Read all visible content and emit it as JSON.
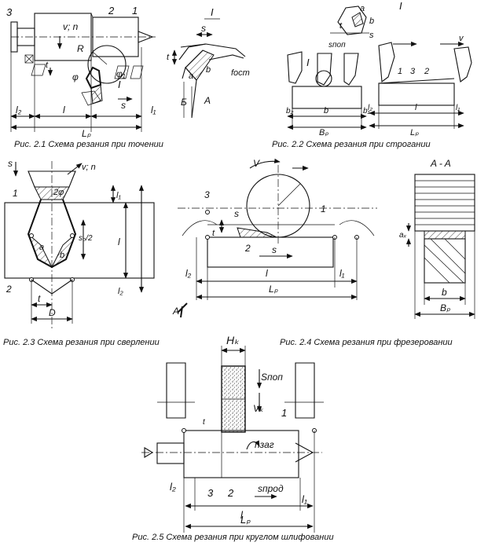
{
  "captions": {
    "fig1": "Рис. 2.1 Схема резания при точении",
    "fig2": "Рис. 2.2 Схема резания при строгании",
    "fig3": "Рис. 2.3 Схема резания при сверлении",
    "fig4": "Рис. 2.4 Схема резания при фрезеровании",
    "fig5": "Рис. 2.5 Схема резания при круглом шлифовании"
  },
  "fig1": {
    "n3": "3",
    "n2": "2",
    "n1": "1",
    "vn": "v; n",
    "R": "R",
    "t": "t",
    "phi": "φ",
    "phi1": "φ₁",
    "roman": "I",
    "s": "s",
    "l2": "l₂",
    "l": "l",
    "l1": "l₁",
    "Lp": "Lₚ",
    "detail_roman": "I",
    "detail_s": "s",
    "detail_t": "t",
    "detail_a": "a",
    "detail_b": "b",
    "detail_B": "Б",
    "detail_A": "A",
    "detail_fost": "fост"
  },
  "fig2": {
    "roman_top": "I",
    "a": "a",
    "b": "b",
    "s": "s",
    "spop": "sпоп",
    "t": "t",
    "roman": "I",
    "v": "v",
    "n1": "1",
    "n3": "3",
    "n2": "2",
    "b2": "b₂",
    "b_mid": "b",
    "b1": "b₁",
    "Bp": "Bₚ",
    "l2": "l₂",
    "l": "l",
    "l1": "l₁",
    "Lp": "Lₚ"
  },
  "fig3": {
    "s": "s",
    "vn": "v; n",
    "phi": "2φ",
    "n1": "1",
    "n2": "2",
    "l1": "l₁",
    "l": "l",
    "l2": "l₂",
    "s2": "s₀/2",
    "a": "a",
    "b": "b",
    "t": "t",
    "D": "D"
  },
  "fig4": {
    "V": "V",
    "n3": "3",
    "t": "t",
    "s": "s",
    "n1": "1",
    "n2": "2",
    "s_bottom": "s",
    "l2": "l₂",
    "l": "l",
    "l1": "l₁",
    "Lp": "Lₚ",
    "A": "A",
    "AA": "A - A",
    "az": "aₓ",
    "b": "b",
    "Bp": "Bₚ"
  },
  "fig5": {
    "Hk": "Hₖ",
    "spop": "Sпоп",
    "vk": "Vₖ",
    "n1": "1",
    "t": "t",
    "nzag": "nзаг",
    "l2": "l₂",
    "n3": "3",
    "n2": "2",
    "sprod": "sпрод",
    "l": "l",
    "l1": "l₁",
    "Lp": "Lₚ"
  }
}
